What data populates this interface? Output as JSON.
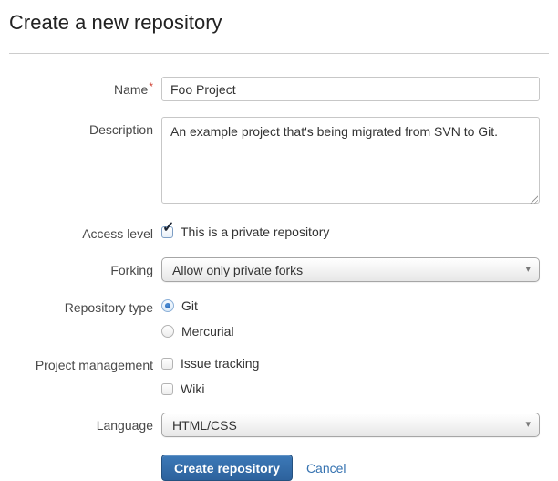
{
  "page": {
    "title": "Create a new repository"
  },
  "icons": {
    "checkmark": "✓",
    "dropdown_arrow": "▾"
  },
  "form": {
    "name": {
      "label": "Name",
      "required_marker": "*",
      "value": "Foo Project"
    },
    "description": {
      "label": "Description",
      "value": "An example project that's being migrated from SVN to Git."
    },
    "access_level": {
      "label": "Access level",
      "option": "This is a private repository",
      "checked": true
    },
    "forking": {
      "label": "Forking",
      "value": "Allow only private forks"
    },
    "repository_type": {
      "label": "Repository type",
      "options": [
        {
          "label": "Git",
          "selected": true
        },
        {
          "label": "Mercurial",
          "selected": false
        }
      ]
    },
    "project_management": {
      "label": "Project management",
      "options": [
        {
          "label": "Issue tracking",
          "checked": false
        },
        {
          "label": "Wiki",
          "checked": false
        }
      ]
    },
    "language": {
      "label": "Language",
      "value": "HTML/CSS"
    }
  },
  "actions": {
    "create": "Create repository",
    "cancel": "Cancel"
  },
  "colors": {
    "primary_button": "#2d629d",
    "link": "#3572b0",
    "required": "#d04437",
    "divider": "#cccccc"
  }
}
